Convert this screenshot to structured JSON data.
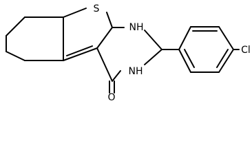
{
  "molecule": {
    "atoms": {
      "sulfur": "S",
      "nh_top": "NH",
      "nh_bottom": "NH",
      "oxygen": "O",
      "chlorine": "Cl"
    }
  }
}
